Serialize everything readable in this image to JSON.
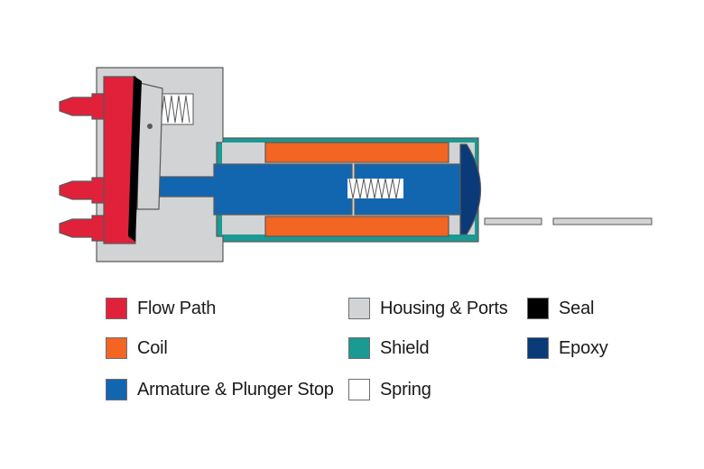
{
  "diagram": {
    "colors": {
      "flow_path": "#e1213a",
      "coil": "#f26522",
      "armature": "#1266b0",
      "housing": "#d1d3d4",
      "shield": "#1a9a93",
      "spring": "#ffffff",
      "seal": "#000000",
      "epoxy": "#0b3a78",
      "outline": "#58595b"
    }
  },
  "legend": [
    {
      "key": "flow-path",
      "label": "Flow Path",
      "color": "#e1213a"
    },
    {
      "key": "coil",
      "label": "Coil",
      "color": "#f26522"
    },
    {
      "key": "armature-plunger-stop",
      "label": "Armature & Plunger Stop",
      "color": "#1266b0"
    },
    {
      "key": "housing-ports",
      "label": "Housing & Ports",
      "color": "#d1d3d4"
    },
    {
      "key": "shield",
      "label": "Shield",
      "color": "#1a9a93"
    },
    {
      "key": "spring",
      "label": "Spring",
      "color": "#ffffff"
    },
    {
      "key": "seal",
      "label": "Seal",
      "color": "#000000"
    },
    {
      "key": "epoxy",
      "label": "Epoxy",
      "color": "#0b3a78"
    }
  ]
}
